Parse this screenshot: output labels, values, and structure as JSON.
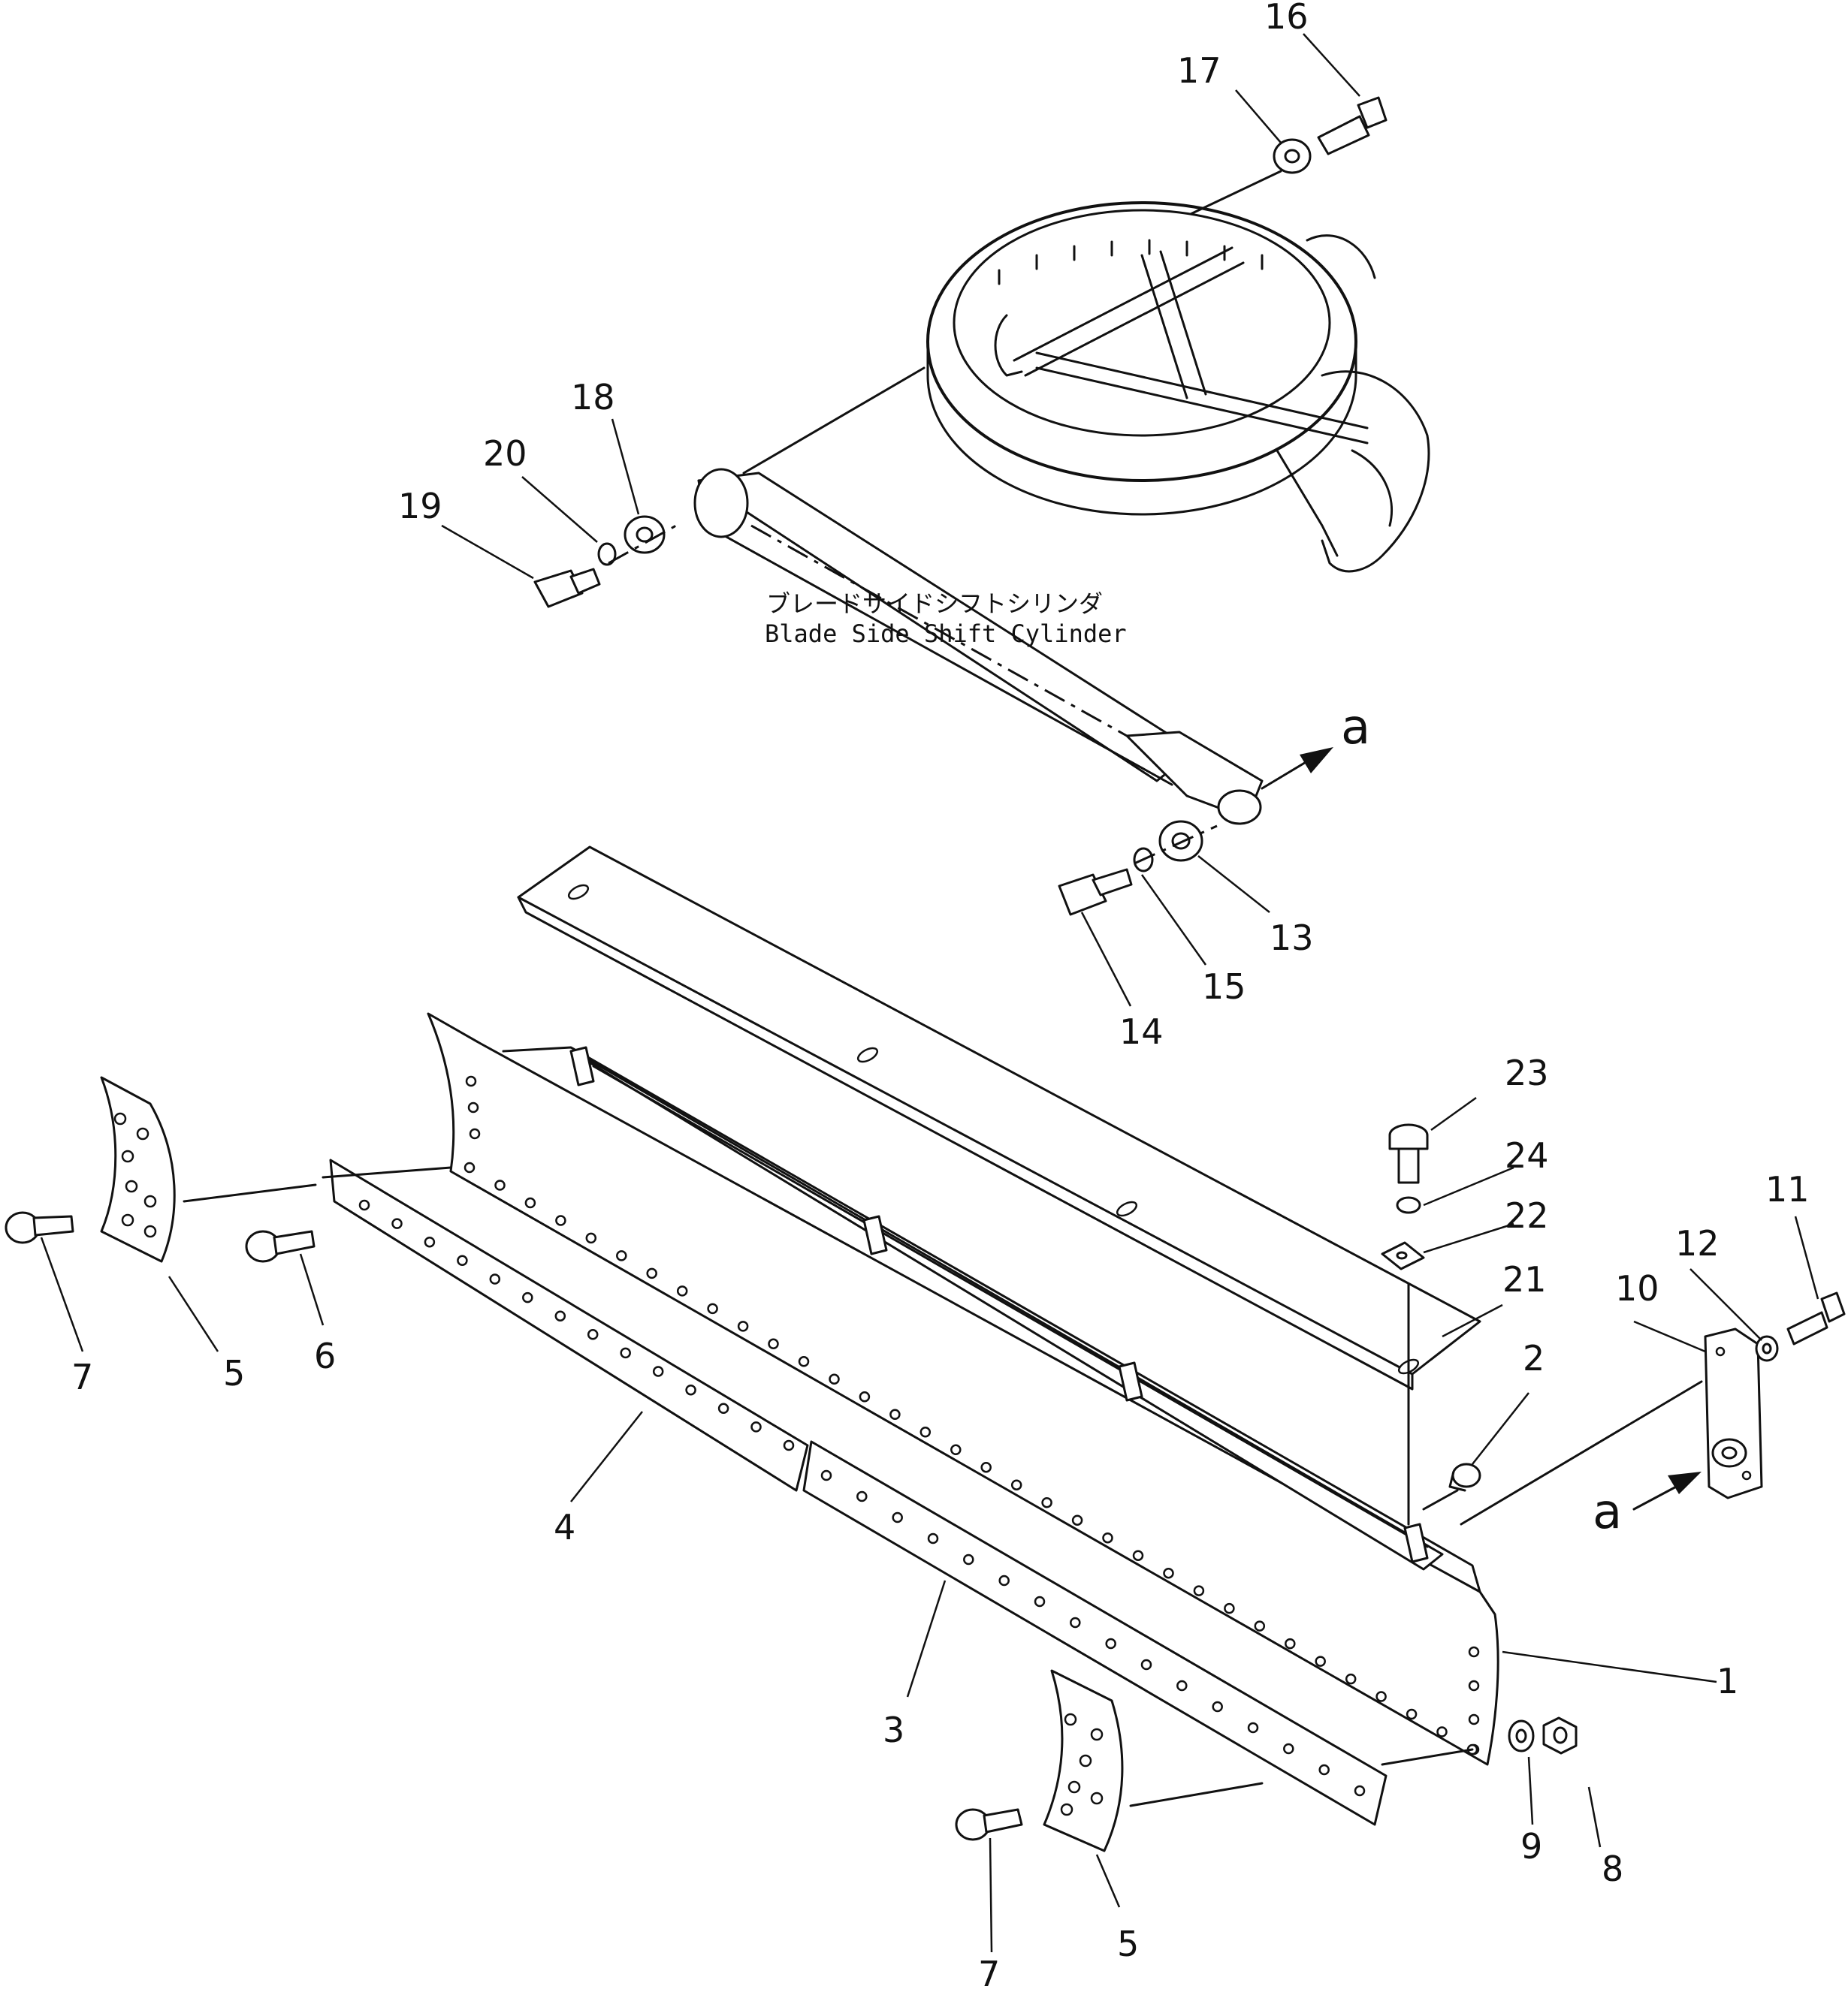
{
  "caption": {
    "japanese": "ブレードサイドシフトシリンダ",
    "english": "Blade Side Shift Cylinder"
  },
  "view_marker": "a",
  "part_numbers": [
    "1",
    "2",
    "3",
    "4",
    "5",
    "5",
    "6",
    "7",
    "7",
    "8",
    "9",
    "10",
    "11",
    "12",
    "13",
    "14",
    "15",
    "16",
    "17",
    "18",
    "19",
    "20",
    "21",
    "22",
    "23",
    "24"
  ]
}
